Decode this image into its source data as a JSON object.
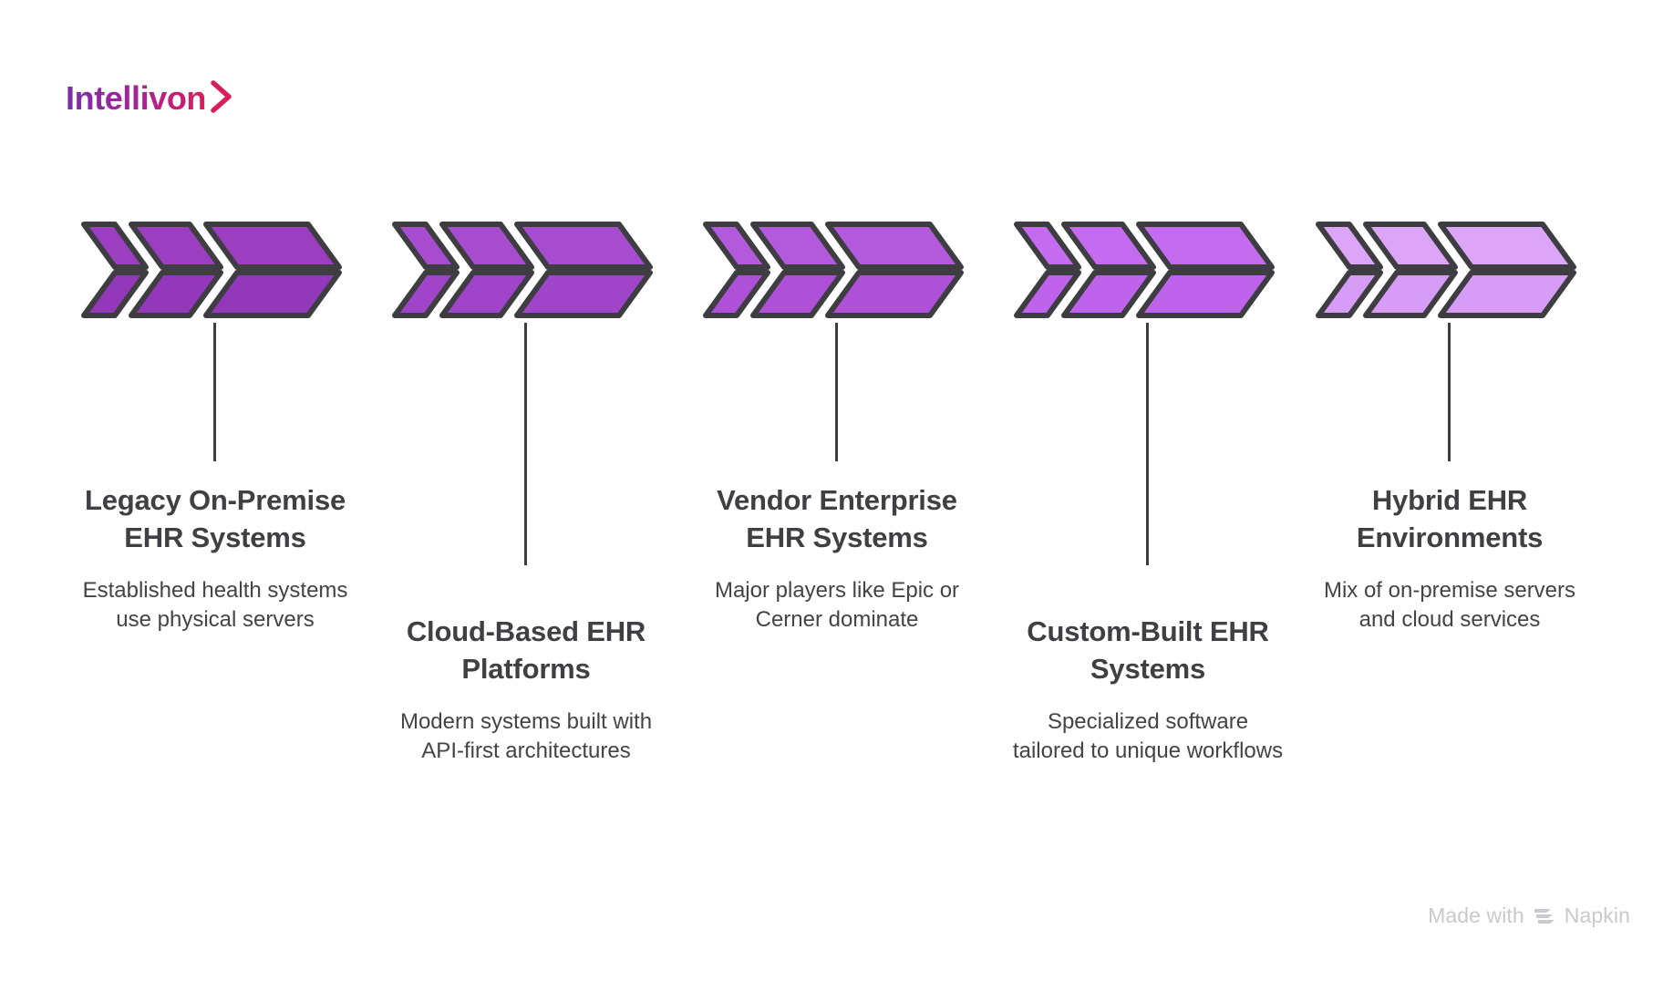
{
  "brand": {
    "name": "Intellivon",
    "chevron_icon": "chevron-right-icon",
    "gradient_from": "#7b2fa8",
    "gradient_mid": "#a1249a",
    "gradient_to": "#d61f5c"
  },
  "diagram": {
    "type": "chevron-progression",
    "connector_color": "#3d3d42",
    "outline_color": "#3d3d42",
    "steps": [
      {
        "index": 1,
        "title": "Legacy On-Premise EHR Systems",
        "description": "Established health systems use physical servers",
        "fill_top": "#9b3fc0",
        "fill_bottom": "#9438bb",
        "arrows": 3
      },
      {
        "index": 2,
        "title": "Cloud-Based EHR Platforms",
        "description": "Modern systems built with API-first architectures",
        "fill_top": "#a74ccf",
        "fill_bottom": "#a044c9",
        "arrows": 3
      },
      {
        "index": 3,
        "title": "Vendor Enterprise EHR Systems",
        "description": "Major players like Epic or Cerner dominate",
        "fill_top": "#b359dc",
        "fill_bottom": "#ae50d8",
        "arrows": 3
      },
      {
        "index": 4,
        "title": "Custom-Built EHR Systems",
        "description": "Specialized software tailored to unique workflows",
        "fill_top": "#c46bf0",
        "fill_bottom": "#bf63ec",
        "arrows": 3
      },
      {
        "index": 5,
        "title": "Hybrid EHR Environments",
        "description": "Mix of on-premise servers and cloud services",
        "fill_top": "#dda5f7",
        "fill_bottom": "#d79cf5",
        "arrows": 3
      }
    ]
  },
  "watermark": {
    "prefix": "Made with",
    "brand": "Napkin",
    "icon": "napkin-logo-icon",
    "color": "#c9c9cf"
  }
}
